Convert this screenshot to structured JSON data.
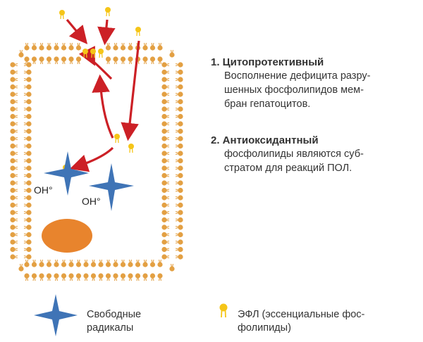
{
  "list": [
    {
      "title": "1. Цитопротективный",
      "lines": [
        "Восполнение дефицита разру-",
        "шенных фосфолипидов мем-",
        "бран гепатоцитов."
      ]
    },
    {
      "title": "2. Антиоксидантный",
      "lines": [
        "фосфолипиды являются суб-",
        "стратом для реакций ПОЛ."
      ]
    }
  ],
  "radical_labels": [
    "OH°",
    "OH°"
  ],
  "legend": {
    "radicals_line1": "Свободные",
    "radicals_line2": "радикалы",
    "efl_line1": "ЭФЛ (эссенциальные фос-",
    "efl_line2": "фолипиды)"
  },
  "colors": {
    "membrane": "#e3a043",
    "arrow": "#cc2026",
    "efl": "#f5c518",
    "radical": "#3f74b6",
    "nucleus": "#e8842d"
  }
}
